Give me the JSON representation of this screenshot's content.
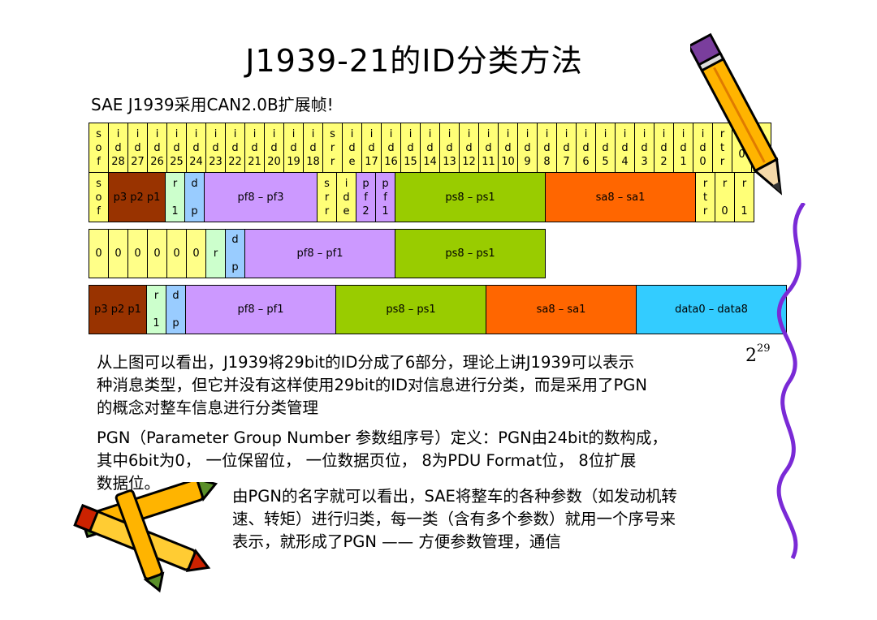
{
  "title": "J1939-21的ID分类方法",
  "subtitle": "SAE J1939采用CAN2.0B扩展帧!",
  "colors": {
    "top_row": "#ffff77",
    "priority": "#993300",
    "reserved": "#ccffcc",
    "datapage": "#99ccff",
    "pf": "#cc99ff",
    "ps": "#99cc00",
    "sa": "#ff6600",
    "data": "#33ccff",
    "zero": "#ffff88"
  },
  "row1": [
    "s\no\nf",
    "i\nd\n28",
    "i\nd\n27",
    "i\nd\n26",
    "i\nd\n25",
    "i\nd\n24",
    "i\nd\n23",
    "i\nd\n22",
    "i\nd\n21",
    "i\nd\n20",
    "i\nd\n19",
    "i\nd\n18",
    "s\nr\nr",
    "i\nd\ne",
    "i\nd\n17",
    "i\nd\n16",
    "i\nd\n15",
    "i\nd\n14",
    "i\nd\n13",
    "i\nd\n12",
    "i\nd\n11",
    "i\nd\n10",
    "i\nd\n9",
    "i\nd\n8",
    "i\nd\n7",
    "i\nd\n6",
    "i\nd\n5",
    "i\nd\n4",
    "i\nd\n3",
    "i\nd\n2",
    "i\nd\n1",
    "i\nd\n0",
    "r\nt\nr",
    "r\n0",
    "r\n1"
  ],
  "row2": {
    "sof": "s\no\nf",
    "priority": "p3 p2 p1",
    "r": "r\n\n1",
    "dp": "d\n\np",
    "pf_high": "pf8 – pf3",
    "srr": "s\nr\nr",
    "ide": "i\nd\ne",
    "pf2": "p\nf\n2",
    "pf1": "p\nf\n1",
    "ps": "ps8 – ps1",
    "sa": "sa8 – sa1",
    "rtr": "r\nt\nr",
    "r0": "r\n\n0",
    "r1": "r\n\n1"
  },
  "row3": {
    "zeros": [
      "0",
      "0",
      "0",
      "0",
      "0",
      "0"
    ],
    "r": "r",
    "dp": "d\n\np",
    "pf": "pf8 – pf1",
    "ps": "ps8 – ps1"
  },
  "row4": {
    "priority": "p3 p2 p1",
    "r": "r\n\n1",
    "dp": "d\n\np",
    "pf": "pf8 – pf1",
    "ps": "ps8 – ps1",
    "sa": "sa8 – sa1",
    "data": "data0 – data8"
  },
  "power": {
    "base": "2",
    "exp": "29"
  },
  "paragraphs": {
    "p1": "从上图可以看出，J1939将29bit的ID分成了6部分，理论上讲J1939可以表示\n种消息类型，但它并没有这样使用29bit的ID对信息进行分类，而是采用了PGN\n的概念对整车信息进行分类管理",
    "p2": "PGN（Parameter Group Number 参数组序号）定义：PGN由24bit的数构成，\n其中6bit为0， 一位保留位， 一位数据页位， 8为PDU Format位， 8位扩展\n数据位。",
    "p3": "由PGN的名字就可以看出，SAE将整车的各种参数（如发动机转\n速、转矩）进行归类，每一类（含有多个参数）就用一个序号来\n表示，就形成了PGN —— 方便参数管理，通信"
  }
}
